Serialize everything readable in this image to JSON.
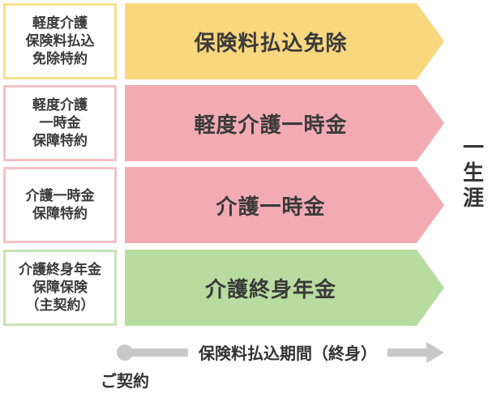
{
  "rows": [
    {
      "label": "軽度介護\n保険料払込\n免除特約",
      "band_text": "保険料払込免除",
      "border_color": "#f6e08a",
      "band_color": "#f9d77e"
    },
    {
      "label": "軽度介護\n一時金\n保障特約",
      "band_text": "軽度介護一時金",
      "border_color": "#f3c1c6",
      "band_color": "#f2abb3"
    },
    {
      "label": "介護一時金\n保障特約",
      "band_text": "介護一時金",
      "border_color": "#f3c1c6",
      "band_color": "#f2abb3"
    },
    {
      "label": "介護終身年金\n保障保険\n（主契約）",
      "band_text": "介護終身年金",
      "border_color": "#c7e2b4",
      "band_color": "#b8dc9f"
    }
  ],
  "lifetime": [
    "一",
    "生",
    "涯"
  ],
  "timeline": {
    "period": "保険料払込期間（終身）",
    "contract": "ご契約",
    "line_color": "#c8c8c8"
  }
}
